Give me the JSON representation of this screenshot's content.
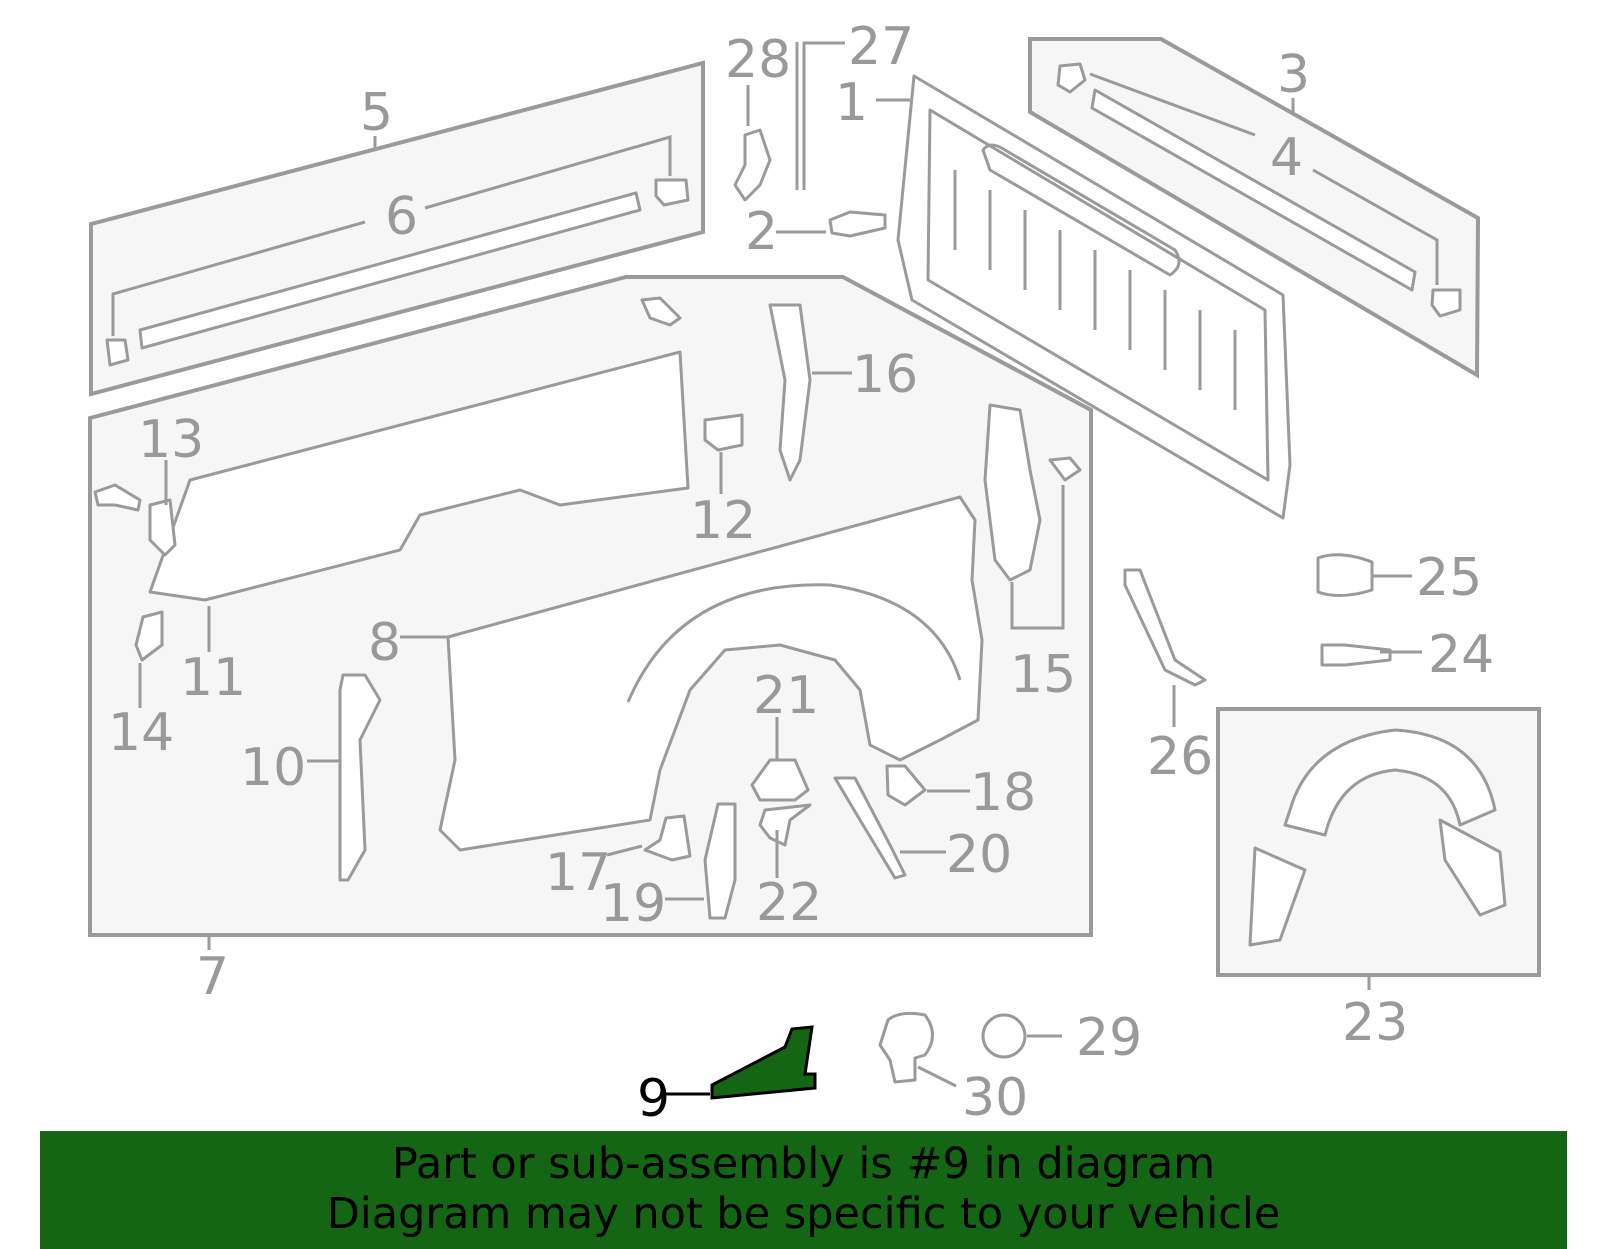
{
  "diagram": {
    "highlighted_part": "9",
    "highlight_color": "#146514",
    "line_color": "#9a9a9a",
    "panel_fill": "#f6f6f6",
    "callouts": [
      "1",
      "2",
      "3",
      "4",
      "5",
      "6",
      "7",
      "8",
      "9",
      "10",
      "11",
      "12",
      "13",
      "14",
      "15",
      "16",
      "17",
      "18",
      "19",
      "20",
      "21",
      "22",
      "23",
      "24",
      "25",
      "26",
      "27",
      "28",
      "29",
      "30"
    ]
  },
  "banner": {
    "line1": "Part or sub-assembly is #9 in diagram",
    "line2": "Diagram may not be specific to your vehicle",
    "background": "#146514"
  }
}
